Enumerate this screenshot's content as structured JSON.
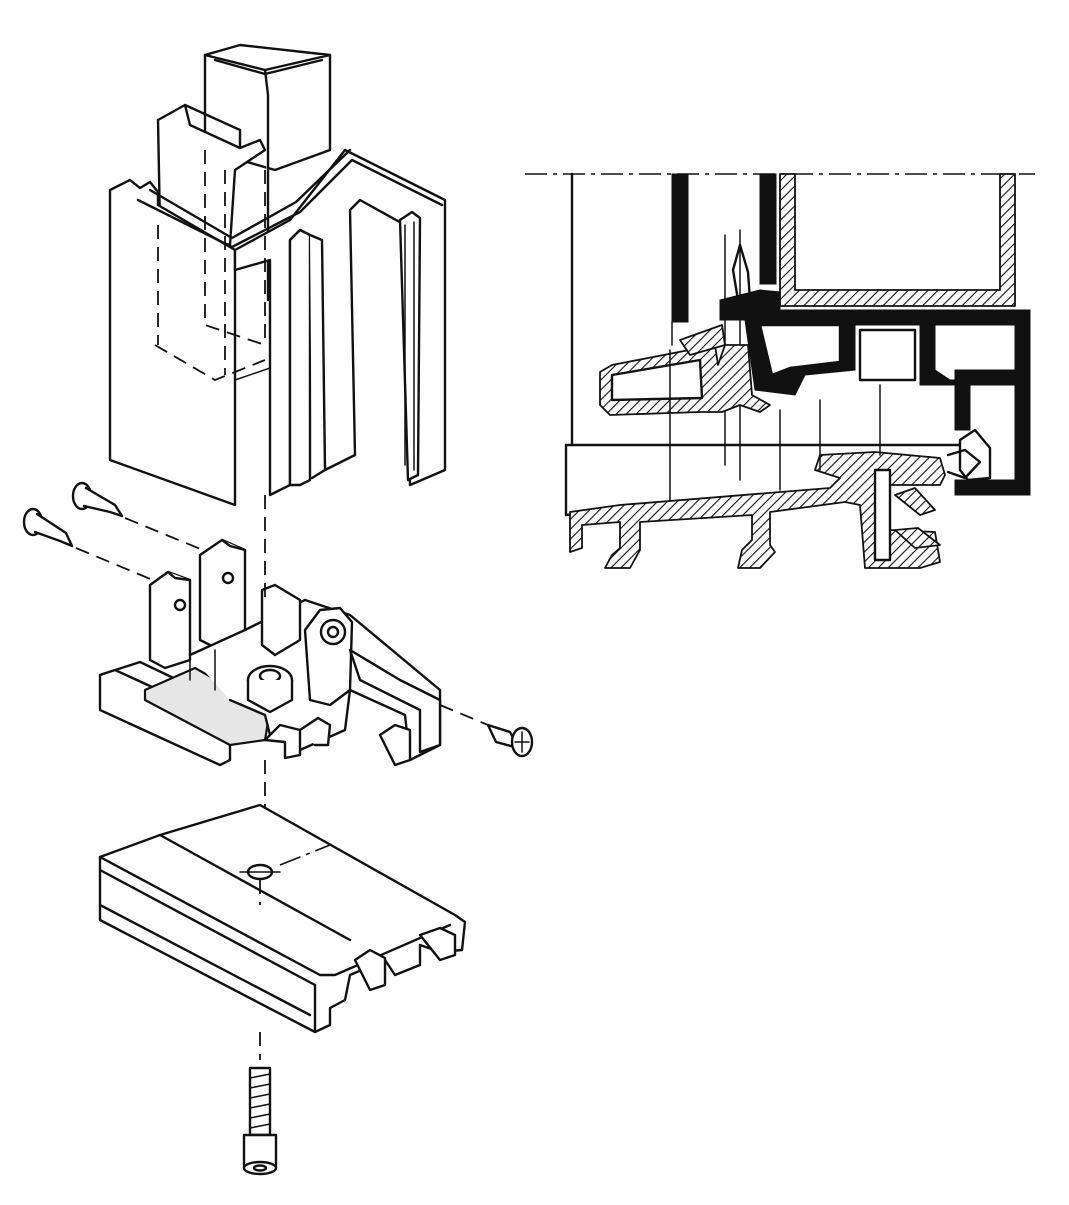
{
  "figure": {
    "background": "#ffffff",
    "ink": "#111111",
    "parts": [
      "vertical-mullion-profile",
      "fixing-pins",
      "corner-connector-bracket",
      "side-screw",
      "sill-profile",
      "socket-head-bolt",
      "cross-section-detail"
    ]
  }
}
